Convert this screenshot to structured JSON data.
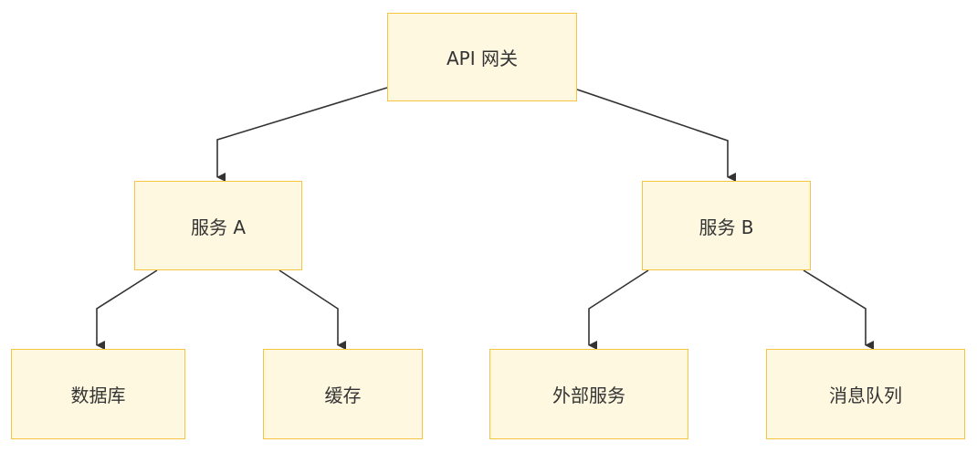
{
  "diagram": {
    "nodes": {
      "gateway": "API 网关",
      "service_a": "服务 A",
      "service_b": "服务 B",
      "database": "数据库",
      "cache": "缓存",
      "external_service": "外部服务",
      "message_queue": "消息队列"
    },
    "edges": [
      {
        "from": "gateway",
        "to": "service_a"
      },
      {
        "from": "gateway",
        "to": "service_b"
      },
      {
        "from": "service_a",
        "to": "database"
      },
      {
        "from": "service_a",
        "to": "cache"
      },
      {
        "from": "service_b",
        "to": "external_service"
      },
      {
        "from": "service_b",
        "to": "message_queue"
      }
    ],
    "colors": {
      "node_fill": "#fff8e1",
      "node_border": "#f5c542",
      "edge": "#333333",
      "text": "#333333"
    }
  }
}
